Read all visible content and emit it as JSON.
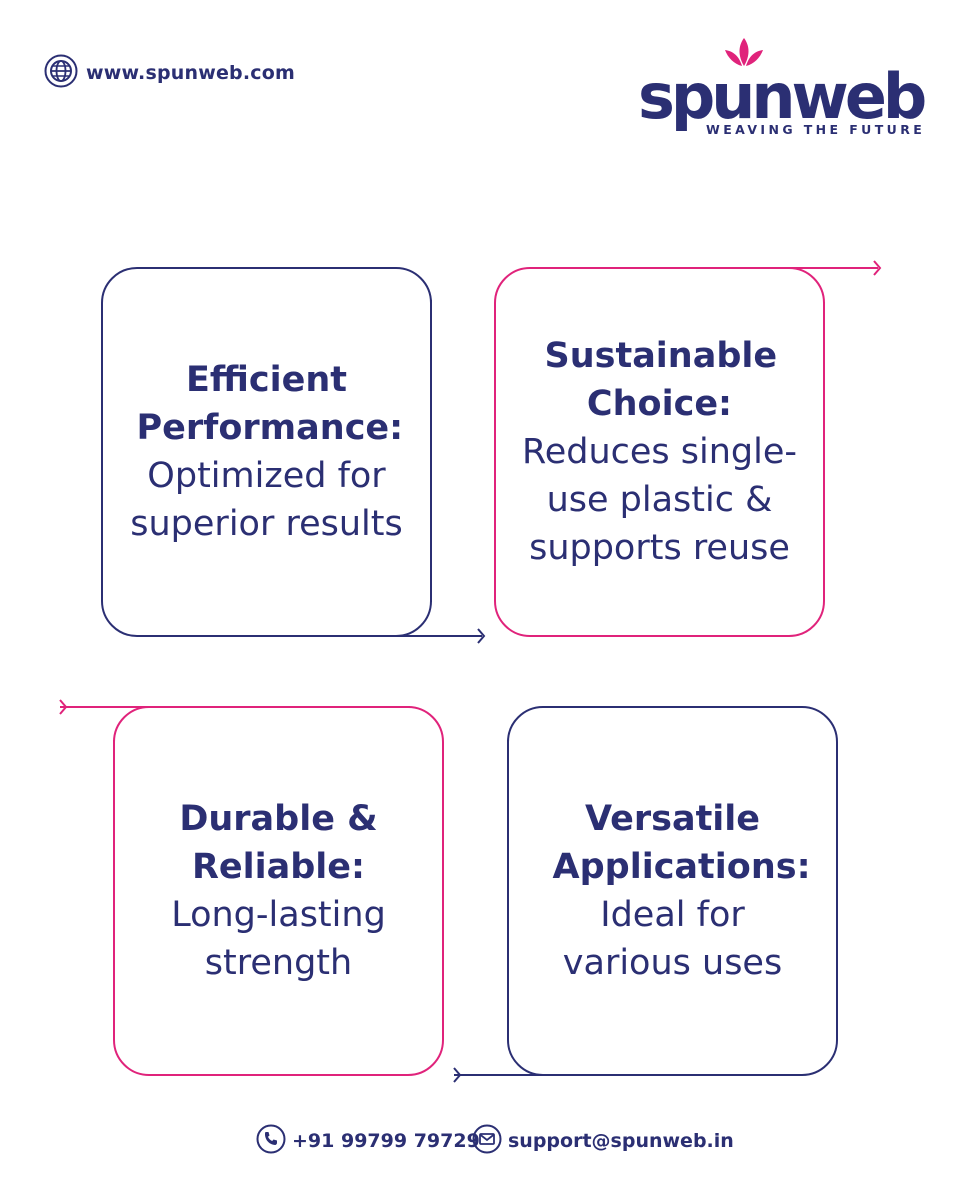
{
  "header": {
    "website": "www.spunweb.com"
  },
  "logo": {
    "name": "spunweb",
    "tagline": "WEAVING THE FUTURE"
  },
  "features": [
    {
      "title": "Efficient Performance:",
      "body": "Optimized for superior results"
    },
    {
      "title": "Sustainable Choice:",
      "body": "Reduces single-use plastic & supports reuse"
    },
    {
      "title": "Durable & Reliable:",
      "body": "Long-lasting strength"
    },
    {
      "title": "Versatile Applications:",
      "body": "Ideal for various uses"
    }
  ],
  "footer": {
    "phone": "+91 99799 79729",
    "email": "support@spunweb.in"
  },
  "colors": {
    "navy": "#2b2f73",
    "pink": "#e0237b"
  },
  "icons": [
    "globe-icon",
    "lotus-icon",
    "phone-icon",
    "mail-icon"
  ]
}
